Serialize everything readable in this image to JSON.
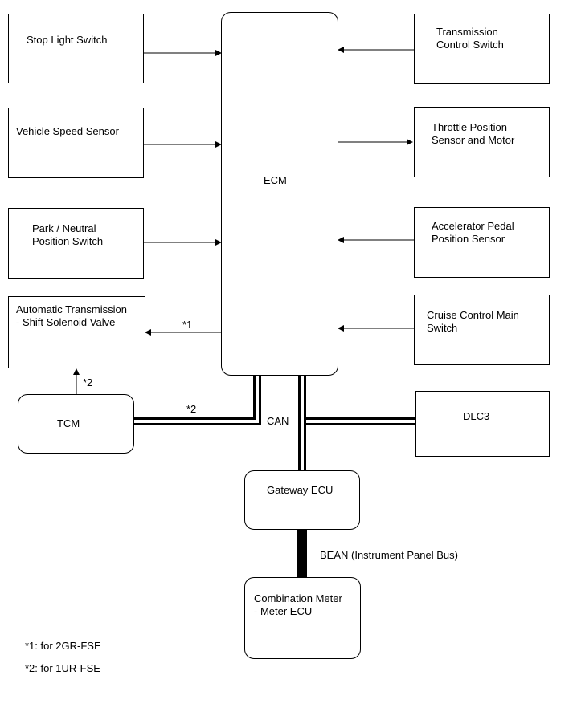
{
  "ecm": "ECM",
  "inputs_left": {
    "stop_light_switch": "Stop Light Switch",
    "vehicle_speed_sensor": "Vehicle Speed Sensor",
    "park_neutral_switch": "Park / Neutral\nPosition Switch"
  },
  "outputs_left": {
    "shift_solenoid": "Automatic Transmission\n- Shift Solenoid Valve"
  },
  "right": {
    "transmission_control_switch": "Transmission\nControl Switch",
    "throttle_position_sensor": "Throttle Position\nSensor and Motor",
    "accelerator_pedal_sensor": "Accelerator Pedal\nPosition Sensor",
    "cruise_control_switch": "Cruise Control Main\nSwitch"
  },
  "bus": {
    "tcm": "TCM",
    "dlc3": "DLC3",
    "gateway_ecu": "Gateway ECU",
    "combination_meter": "Combination Meter\n- Meter ECU",
    "can_label": "CAN",
    "bean_label": "BEAN (Instrument Panel Bus)"
  },
  "markers": {
    "solenoid_marker": "*1",
    "tcm_solenoid_marker": "*2",
    "tcm_can_marker": "*2"
  },
  "footnotes": {
    "note1": "*1: for 2GR-FSE",
    "note2": "*2: for 1UR-FSE"
  }
}
